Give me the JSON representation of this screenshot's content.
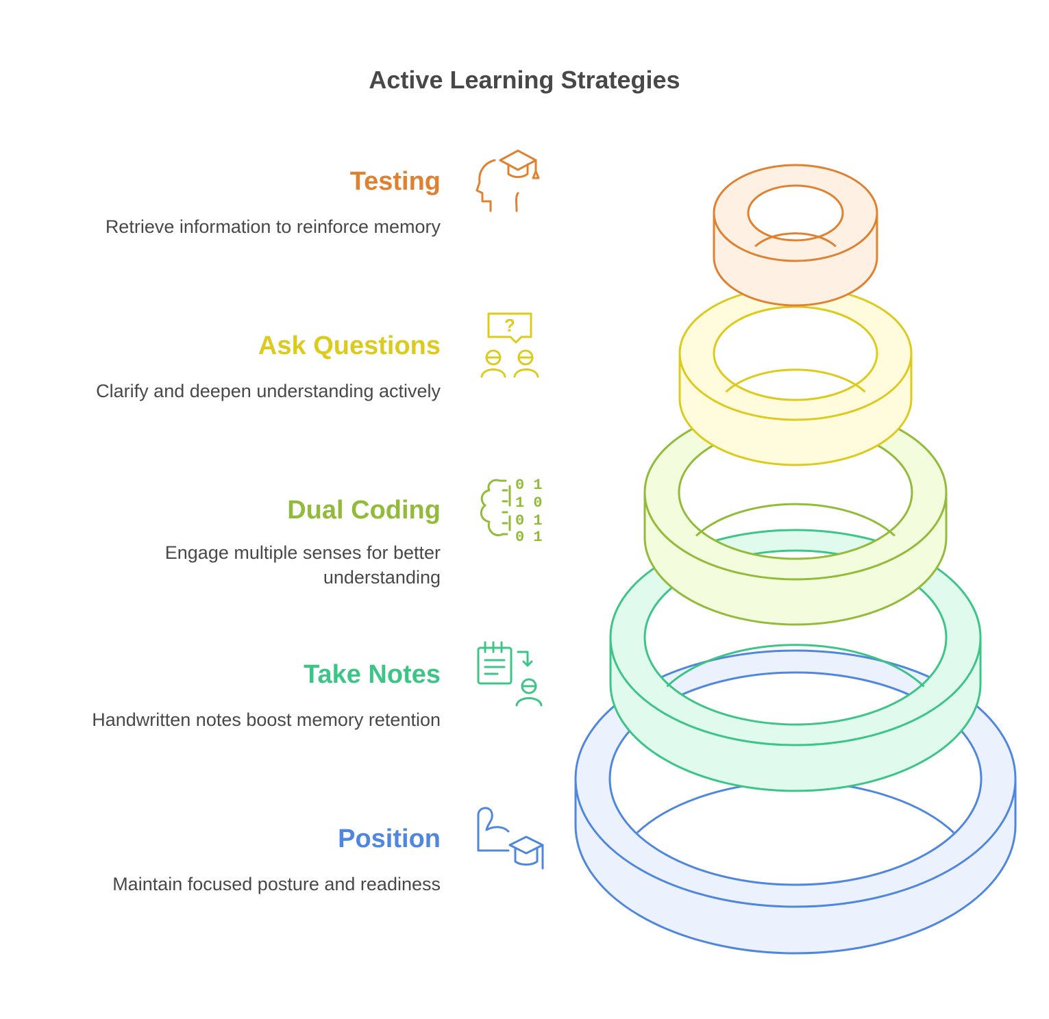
{
  "title": "Active Learning Strategies",
  "items": [
    {
      "heading": "Testing",
      "description": "Retrieve information to reinforce memory",
      "color": "#e0812f",
      "fill": "#fff0e4",
      "icon": "student-head-icon"
    },
    {
      "heading": "Ask Questions",
      "description": "Clarify and deepen understanding actively",
      "color": "#dccb1c",
      "fill": "#fffbdc",
      "icon": "question-people-icon"
    },
    {
      "heading": "Dual Coding",
      "description": "Engage multiple senses for better understanding",
      "color": "#92bb3a",
      "fill": "#f3fcdc",
      "icon": "brain-binary-icon"
    },
    {
      "heading": "Take Notes",
      "description": "Handwritten notes boost memory retention",
      "color": "#3dc487",
      "fill": "#e0fbee",
      "icon": "notes-person-icon"
    },
    {
      "heading": "Position",
      "description": "Maintain focused posture and readiness",
      "color": "#4f86e0",
      "fill": "#ebf2fd",
      "icon": "arm-graduation-icon"
    }
  ],
  "icon_text": {
    "question_mark": "?",
    "binary_rows": [
      "0 1",
      "1 0",
      "0 1",
      "0 1"
    ]
  }
}
